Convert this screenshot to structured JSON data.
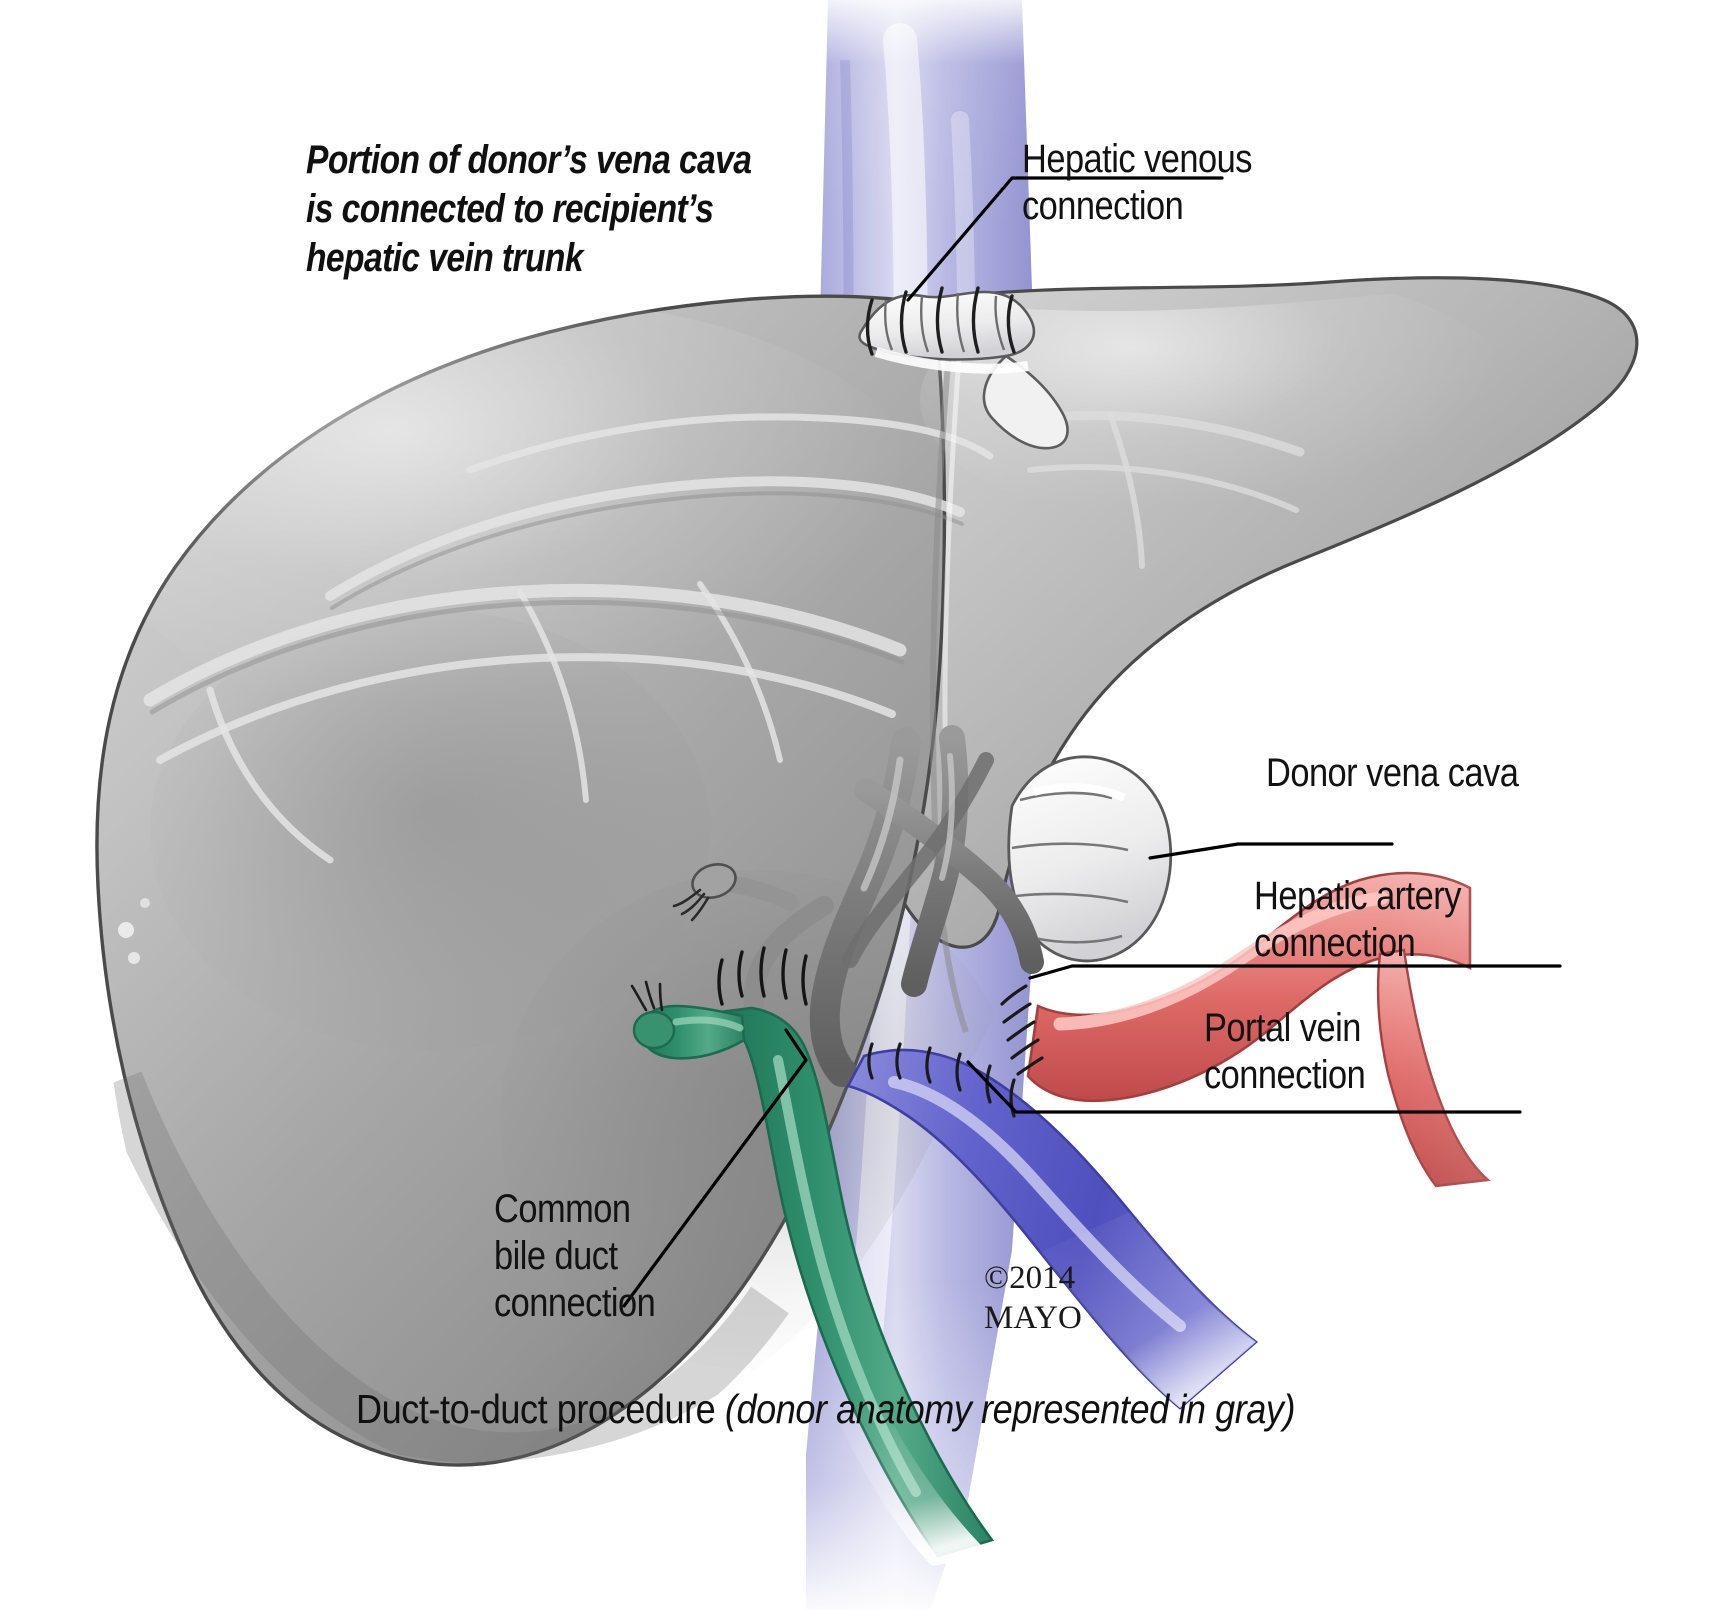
{
  "figure": {
    "title": "Liver transplant — duct-to-duct biliary reconstruction",
    "caption_roman": "Duct-to-duct procedure ",
    "caption_italic": "(donor anatomy represented in gray)",
    "credit": "©2014\nMAYO"
  },
  "notes": [
    {
      "id": "vena-cava-note",
      "text": "Portion of donor’s vena cava\nis connected to recipient’s\nhepatic vein trunk"
    }
  ],
  "labels": [
    {
      "id": "hepatic-venous-connection",
      "text": "Hepatic venous\nconnection"
    },
    {
      "id": "donor-vena-cava",
      "text": "Donor vena cava"
    },
    {
      "id": "hepatic-artery-connection",
      "text": "Hepatic artery\nconnection"
    },
    {
      "id": "portal-vein-connection",
      "text": "Portal vein\nconnection"
    },
    {
      "id": "common-bile-duct-connection",
      "text": "Common\nbile duct\nconnection"
    }
  ],
  "colors": {
    "vena_cava": "#a9a9dc",
    "vena_cava_light": "#c8c8ea",
    "liver_light": "#c4c4c4",
    "liver_mid": "#ababab",
    "liver_dark": "#8c8c8c",
    "donor_cuff": "#efefef",
    "hepatic_artery": "#e3706e",
    "hepatic_artery_light": "#f3aaa8",
    "portal_vein": "#5a5ac6",
    "portal_vein_light": "#8f8fdd",
    "bile_duct": "#2e8d6c",
    "bile_duct_light": "#69b79a",
    "vessel_gray": "#7d7d7d",
    "leader_line": "#000000",
    "text": "#121212",
    "background": "#ffffff"
  },
  "structures": [
    {
      "id": "donor-liver",
      "name": "Donor liver (gray)",
      "color": "#ababab"
    },
    {
      "id": "inferior-vena-cava",
      "name": "Inferior vena cava",
      "color": "#a9a9dc"
    },
    {
      "id": "donor-caval-cuff",
      "name": "Donor vena cava cuff",
      "color": "#efefef"
    },
    {
      "id": "hepatic-artery",
      "name": "Hepatic artery",
      "color": "#e3706e"
    },
    {
      "id": "portal-vein",
      "name": "Portal vein",
      "color": "#5a5ac6"
    },
    {
      "id": "common-bile-duct",
      "name": "Common bile duct",
      "color": "#2e8d6c"
    },
    {
      "id": "cystic-duct-stump",
      "name": "Cystic duct stump (donor)",
      "color": "#8d8d8d"
    },
    {
      "id": "suture-lines",
      "name": "Anastomotic suture lines",
      "color": "#1a1a1a"
    }
  ]
}
